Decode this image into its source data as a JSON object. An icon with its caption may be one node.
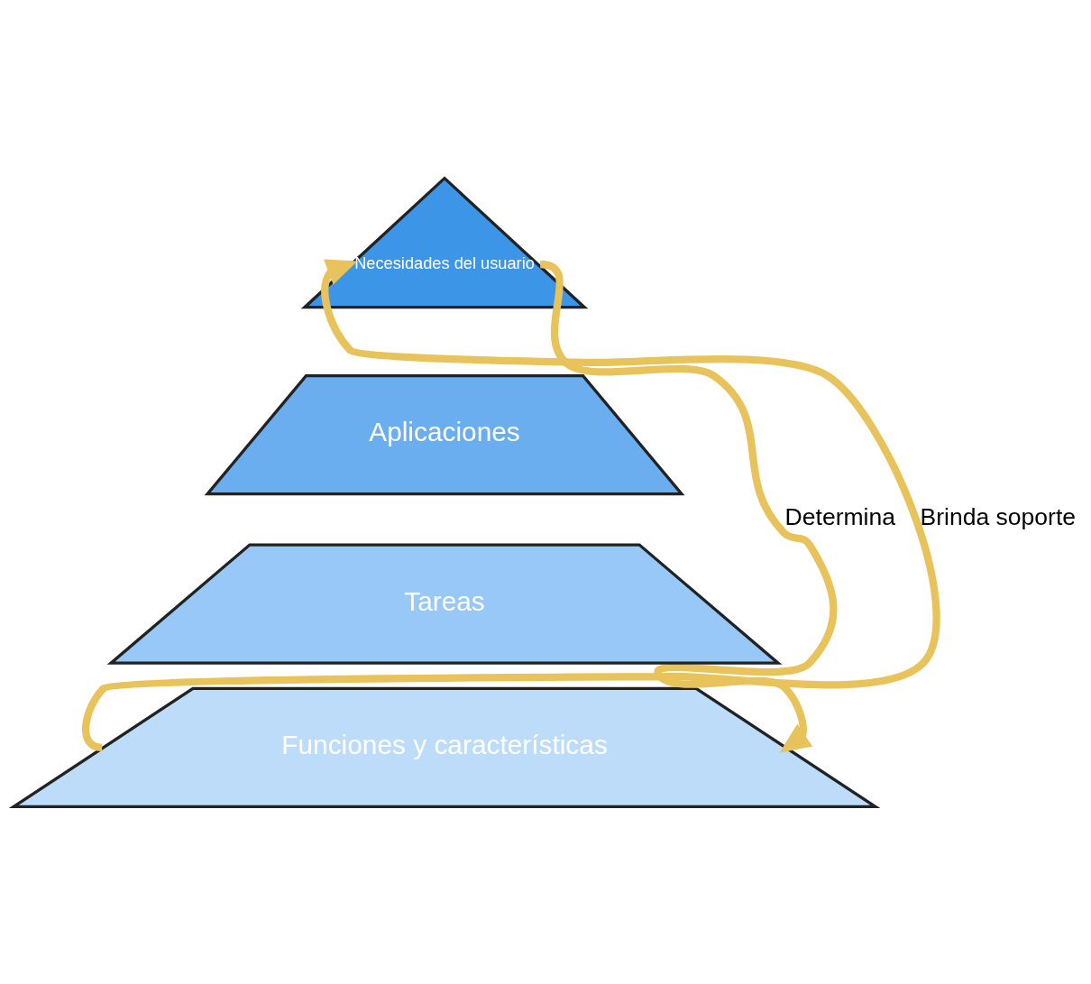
{
  "diagram": {
    "nodes": [
      {
        "text": [
          "Necesidades del usuario"
        ]
      },
      {
        "text": [
          "Aplicaciones"
        ]
      },
      {
        "text": [
          "Tareas"
        ]
      },
      {
        "text": [
          "Funciones y características"
        ]
      }
    ],
    "edges": [
      {
        "from": 3,
        "to": 0,
        "arrow": "to",
        "label": "Brinda soporte"
      },
      {
        "from": 0,
        "to": 3,
        "arrow": "to",
        "label": "Determina"
      }
    ]
  }
}
